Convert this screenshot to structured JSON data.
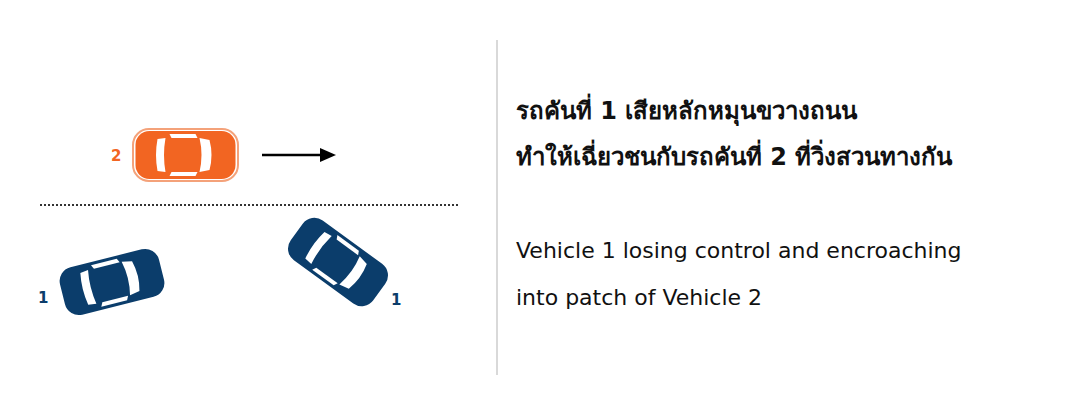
{
  "diagram": {
    "labels": [
      "2",
      "1",
      "1",
      "รถคันที่ 1 เสียหลักหมุนขวางถนน",
      "ทำให้เฉี่ยวชนกับรถคันที่ 2 ที่วิ่งสวนทางกัน",
      "Vehicle 1 losing control and encroaching",
      "into patch of Vehicle 2"
    ]
  }
}
